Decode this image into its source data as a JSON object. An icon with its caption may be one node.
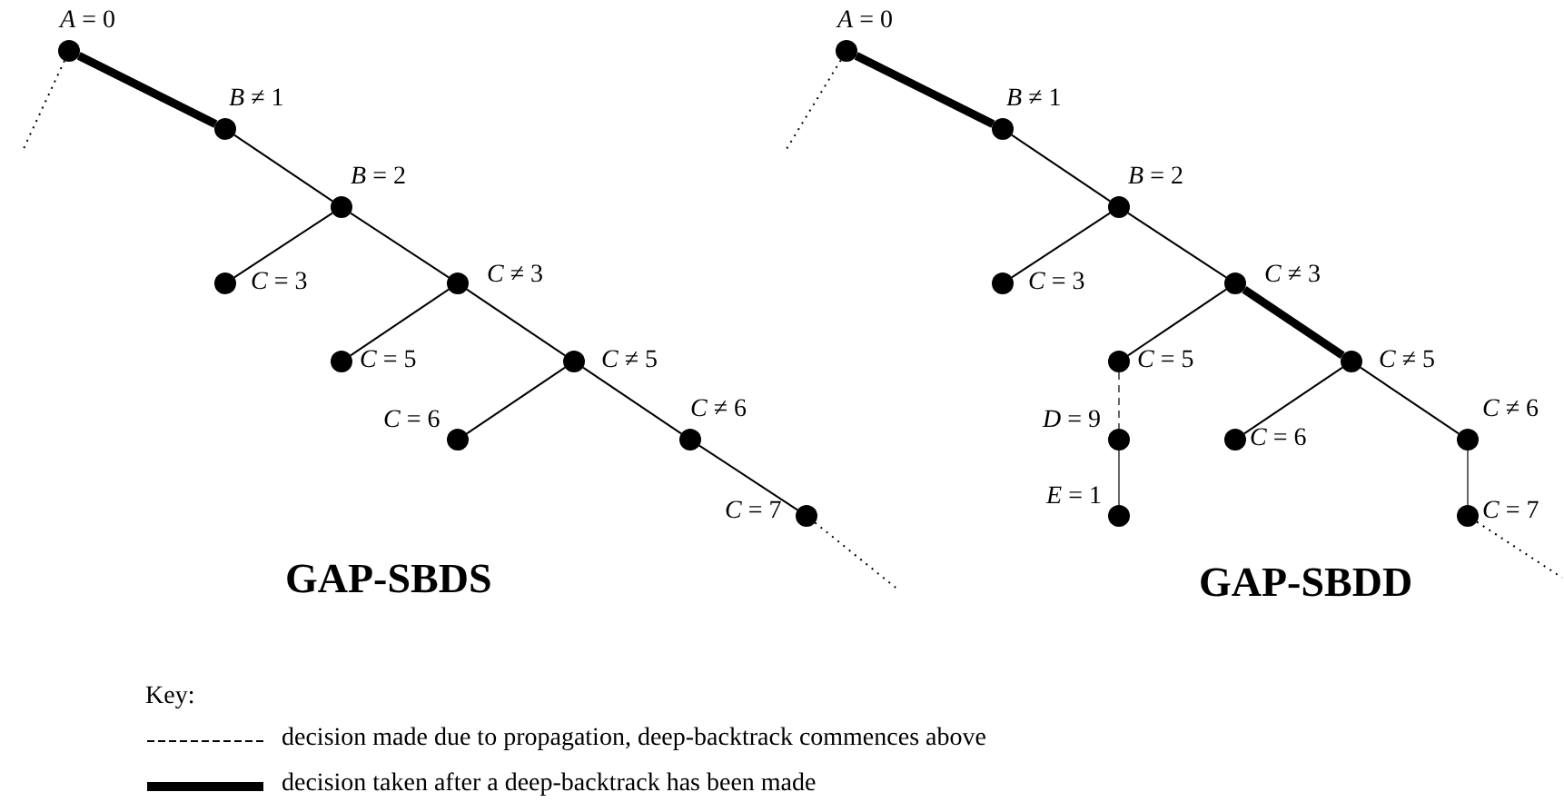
{
  "diagram": {
    "nodes": [
      {
        "text": [],
        "shape": "circle",
        "beside": [
          "*A* = 0"
        ]
      },
      {
        "text": [],
        "shape": "circle",
        "beside": [
          "*B* ≠ 1"
        ]
      },
      {
        "text": [],
        "shape": "circle",
        "beside": [
          "*B* = 2"
        ]
      },
      {
        "text": [],
        "shape": "circle",
        "beside": [
          "*C* = 3"
        ]
      },
      {
        "text": [],
        "shape": "circle",
        "beside": [
          "*C* ≠ 3"
        ]
      },
      {
        "text": [],
        "shape": "circle",
        "beside": [
          "*C* = 5"
        ]
      },
      {
        "text": [],
        "shape": "circle",
        "beside": [
          "*C* ≠ 5"
        ]
      },
      {
        "text": [],
        "shape": "circle",
        "beside": [
          "*C* = 6"
        ]
      },
      {
        "text": [],
        "shape": "circle",
        "beside": [
          "*C* ≠ 6"
        ]
      },
      {
        "text": [],
        "shape": "circle",
        "beside": [
          "*C* = 7"
        ]
      },
      {
        "text": [],
        "shape": "circle",
        "beside": [
          "*A* = 0"
        ]
      },
      {
        "text": [],
        "shape": "circle",
        "beside": [
          "*B* ≠ 1"
        ]
      },
      {
        "text": [],
        "shape": "circle",
        "beside": [
          "*B* = 2"
        ]
      },
      {
        "text": [],
        "shape": "circle",
        "beside": [
          "*C* = 3"
        ]
      },
      {
        "text": [],
        "shape": "circle",
        "beside": [
          "*C* ≠ 3"
        ]
      },
      {
        "text": [],
        "shape": "circle",
        "beside": [
          "*C* = 5"
        ]
      },
      {
        "text": [],
        "shape": "circle",
        "beside": [
          "*C* ≠ 5"
        ]
      },
      {
        "text": [],
        "shape": "circle",
        "beside": [
          "*D* = 9"
        ]
      },
      {
        "text": [],
        "shape": "circle",
        "beside": [
          "*C* = 6"
        ]
      },
      {
        "text": [],
        "shape": "circle",
        "beside": [
          "*C* ≠ 6"
        ]
      },
      {
        "text": [],
        "shape": "circle",
        "beside": [
          "*E* = 1"
        ]
      },
      {
        "text": [],
        "shape": "circle",
        "beside": [
          "*C* = 7"
        ]
      }
    ],
    "edges": [
      {
        "from": 0,
        "to": null,
        "arrow": "none",
        "style": "dashed"
      },
      {
        "from": 0,
        "to": 1,
        "arrow": "none",
        "style": "thick"
      },
      {
        "from": 1,
        "to": 2,
        "arrow": "none"
      },
      {
        "from": 2,
        "to": 3,
        "arrow": "none"
      },
      {
        "from": 2,
        "to": 4,
        "arrow": "none"
      },
      {
        "from": 4,
        "to": 5,
        "arrow": "none"
      },
      {
        "from": 4,
        "to": 6,
        "arrow": "none"
      },
      {
        "from": 6,
        "to": 7,
        "arrow": "none"
      },
      {
        "from": 6,
        "to": 8,
        "arrow": "none"
      },
      {
        "from": 8,
        "to": 9,
        "arrow": "none"
      },
      {
        "from": 9,
        "to": null,
        "arrow": "none",
        "style": "dashed"
      },
      {
        "from": 10,
        "to": null,
        "arrow": "none",
        "style": "dashed"
      },
      {
        "from": 10,
        "to": 11,
        "arrow": "none",
        "style": "thick"
      },
      {
        "from": 11,
        "to": 12,
        "arrow": "none"
      },
      {
        "from": 12,
        "to": 13,
        "arrow": "none"
      },
      {
        "from": 12,
        "to": 14,
        "arrow": "none"
      },
      {
        "from": 14,
        "to": 15,
        "arrow": "none"
      },
      {
        "from": 14,
        "to": 16,
        "arrow": "none",
        "style": "thick"
      },
      {
        "from": 15,
        "to": 17,
        "arrow": "none",
        "style": "dashed",
        "color": "#666666"
      },
      {
        "from": 17,
        "to": 20,
        "arrow": "none",
        "color": "#666666"
      },
      {
        "from": 16,
        "to": 18,
        "arrow": "none"
      },
      {
        "from": 16,
        "to": 19,
        "arrow": "none"
      },
      {
        "from": 19,
        "to": 21,
        "arrow": "none",
        "color": "#666666"
      },
      {
        "from": 21,
        "to": null,
        "arrow": "none",
        "style": "dashed"
      }
    ],
    "labels": [
      "GAP-SBDS",
      "GAP-SBDD",
      "Key:"
    ],
    "legend": [
      {
        "text": "decision made due to propagation, deep-backtrack commences above"
      },
      {
        "text": "decision taken after a deep-backtrack has been made"
      }
    ]
  }
}
